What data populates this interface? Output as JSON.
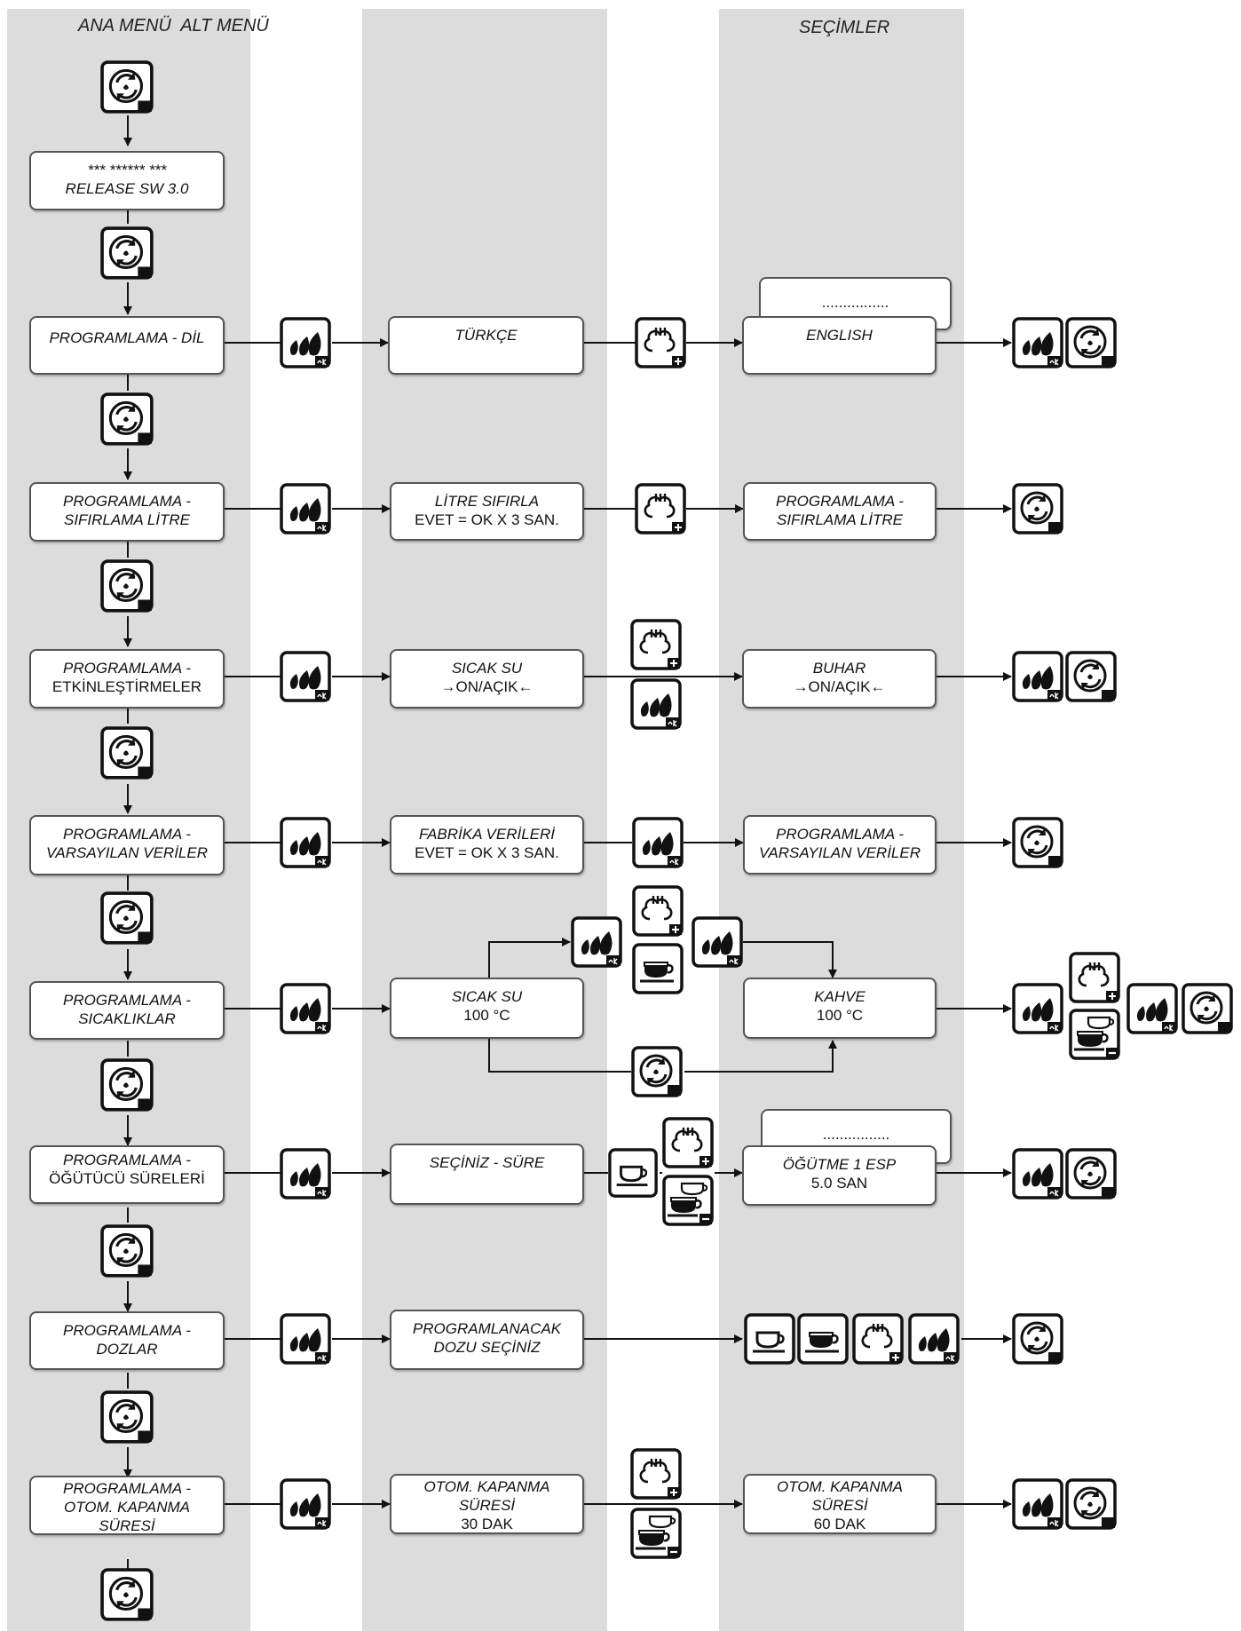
{
  "headers": {
    "main_menu": "ANA MENÜ  ALT MENÜ",
    "choices": "SEÇİMLER"
  },
  "boxes": {
    "release": {
      "l1": "*** ****** ***",
      "l2": "RELEASE SW 3.0"
    },
    "lang": {
      "main": "PROGRAMLAMA - DİL",
      "sub": "TÜRKÇE",
      "choice": "ENGLISH",
      "choice_back": "................"
    },
    "reset": {
      "main1": "PROGRAMLAMA -",
      "main2": "SIFIRLAMA LİTRE",
      "sub1": "LİTRE SIFIRLA",
      "sub2": "EVET = OK X 3 SAN.",
      "choice1": "PROGRAMLAMA -",
      "choice2": "SIFIRLAMA LİTRE"
    },
    "enable": {
      "main1": "PROGRAMLAMA -",
      "main2": "ETKİNLEŞTİRMELER",
      "sub1": "SICAK SU",
      "sub2": "→ON/AÇIK←",
      "choice1": "BUHAR",
      "choice2": "→ON/AÇIK←"
    },
    "defaults": {
      "main1": "PROGRAMLAMA -",
      "main2": "VARSAYILAN VERİLER",
      "sub1": "FABRİKA VERİLERİ",
      "sub2": "EVET = OK X 3 SAN.",
      "choice1": "PROGRAMLAMA -",
      "choice2": "VARSAYILAN VERİLER"
    },
    "temps": {
      "main1": "PROGRAMLAMA -",
      "main2": "SICAKLIKLAR",
      "sub1": "SICAK SU",
      "sub2": "100 °C",
      "choice1": "KAHVE",
      "choice2": "100 °C"
    },
    "grind": {
      "main1": "PROGRAMLAMA -",
      "main2": "ÖĞÜTÜCÜ SÜRELERİ",
      "sub1": "SEÇİNİZ - SÜRE",
      "choice1": "ÖĞÜTME 1 ESP",
      "choice2": "5.0 SAN",
      "choice_back": "................"
    },
    "doses": {
      "main1": "PROGRAMLAMA -",
      "main2": "DOZLAR",
      "sub1": "PROGRAMLANACAK",
      "sub2": "DOZU SEÇİNİZ"
    },
    "autooff": {
      "main1": "PROGRAMLAMA -",
      "main2": "OTOM. KAPANMA",
      "main3": "SÜRESİ",
      "sub1": "OTOM. KAPANMA",
      "sub2": "SÜRESİ",
      "sub3": "30 DAK",
      "choice1": "OTOM. KAPANMA",
      "choice2": "SÜRESİ",
      "choice3": "60 DAK"
    }
  },
  "icons": {
    "p": "P",
    "ok": "ok",
    "plus": "+",
    "minus": "−"
  },
  "colors": {
    "column": "#dcdcdc",
    "line": "#111111",
    "box_border": "#555555"
  }
}
